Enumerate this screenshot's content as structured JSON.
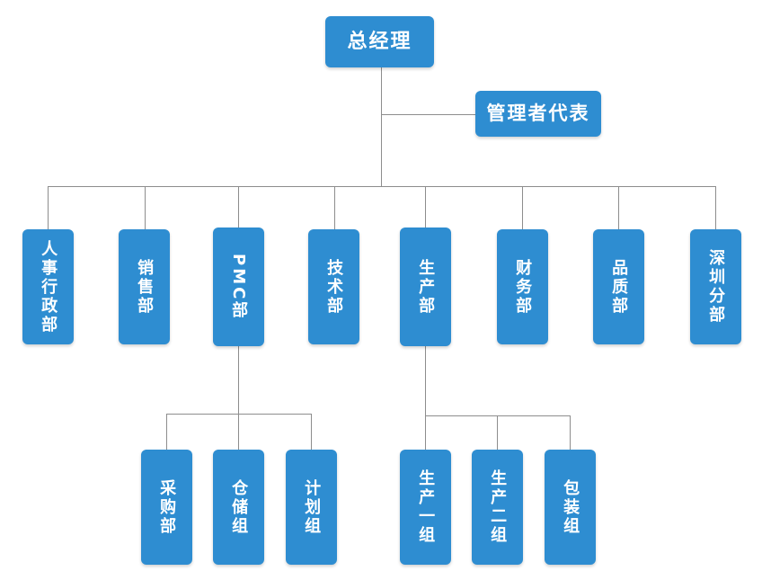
{
  "diagram": {
    "title_text": "总经理",
    "background_color": "#ffffff",
    "node_color": "#2e8dd1",
    "line_color": "#8d8d8d",
    "text_color": "#ffffff",
    "type": "organization-chart"
  },
  "nodes": {
    "root": {
      "label": "总经理"
    },
    "staff": {
      "label": "管理者代表"
    },
    "departments": [
      {
        "label": "人事行政部"
      },
      {
        "label": "销售部"
      },
      {
        "label": "PMC部"
      },
      {
        "label": "技术部"
      },
      {
        "label": "生产部"
      },
      {
        "label": "财务部"
      },
      {
        "label": "品质部"
      },
      {
        "label": "深圳分部"
      }
    ],
    "pmc_children": [
      {
        "label": "采购部"
      },
      {
        "label": "仓储组"
      },
      {
        "label": "计划组"
      }
    ],
    "production_children": [
      {
        "label": "生产一组"
      },
      {
        "label": "生产二组"
      },
      {
        "label": "包装组"
      }
    ]
  }
}
